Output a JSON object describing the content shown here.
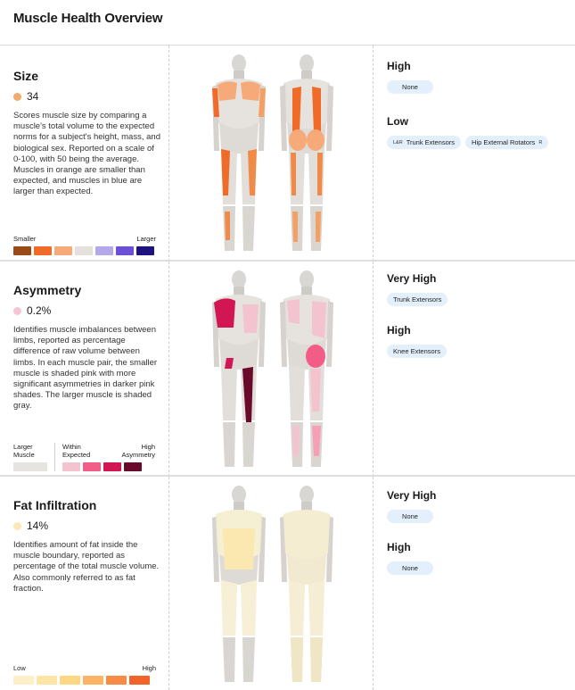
{
  "page": {
    "title": "Muscle Health Overview"
  },
  "sections": [
    {
      "title": "Size",
      "score": "34",
      "dot_color": "#f3ab6c",
      "description": "Scores muscle size by comparing a muscle's total volume to the expected norms for a subject's height, mass, and biological sex. Reported on a scale of 0-100, with 50 being the average. Muscles in orange are smaller than expected, and muscles in blue are larger than expected.",
      "legend": {
        "left": "Smaller",
        "right": "Larger",
        "colors": [
          "#9a4a16",
          "#f06a28",
          "#f6a979",
          "#e4e0db",
          "#b3a9ea",
          "#6b4fd6",
          "#1c137e"
        ]
      },
      "results": [
        {
          "level": "High",
          "items": [
            {
              "label": "None"
            }
          ]
        },
        {
          "level": "Low",
          "items": [
            {
              "prefix": "L&R",
              "label": "Trunk Extensors"
            },
            {
              "label": "Hip External Rotators",
              "suffix": "R"
            }
          ]
        }
      ]
    },
    {
      "title": "Asymmetry",
      "score": "0.2%",
      "dot_color": "#f2c6d4",
      "description": "Identifies muscle imbalances between limbs, reported as percentage difference of raw volume between limbs. In each muscle pair, the smaller muscle is shaded pink with more significant asymmetries in darker pink shades. The larger muscle is shaded gray.",
      "legend": {
        "larger_label_1": "Larger",
        "larger_label_2": "Muscle",
        "larger_color": "#e6e4e1",
        "within_label_1": "Within",
        "within_label_2": "Expected",
        "high_label_1": "High",
        "high_label_2": "Asymmetry",
        "colors": [
          "#f4c3d0",
          "#f35c86",
          "#d21553",
          "#6a0a2a"
        ]
      },
      "results": [
        {
          "level": "Very High",
          "items": [
            {
              "label": "Trunk Extensors"
            }
          ]
        },
        {
          "level": "High",
          "items": [
            {
              "label": "Knee Extensors"
            }
          ]
        }
      ]
    },
    {
      "title": "Fat Infiltration",
      "score": "14%",
      "dot_color": "#fbe8b8",
      "description": "Identifies amount of fat inside the muscle boundary, reported as percentage of the total muscle volume. Also commonly referred to as fat fraction.",
      "legend": {
        "left": "Low",
        "right": "High",
        "colors": [
          "#fdf0c8",
          "#fde5a6",
          "#fdd784",
          "#fbb465",
          "#f78a45",
          "#f2642a"
        ]
      },
      "results": [
        {
          "level": "Very High",
          "items": [
            {
              "label": "None"
            }
          ]
        },
        {
          "level": "High",
          "items": [
            {
              "label": "None"
            }
          ]
        }
      ]
    }
  ]
}
